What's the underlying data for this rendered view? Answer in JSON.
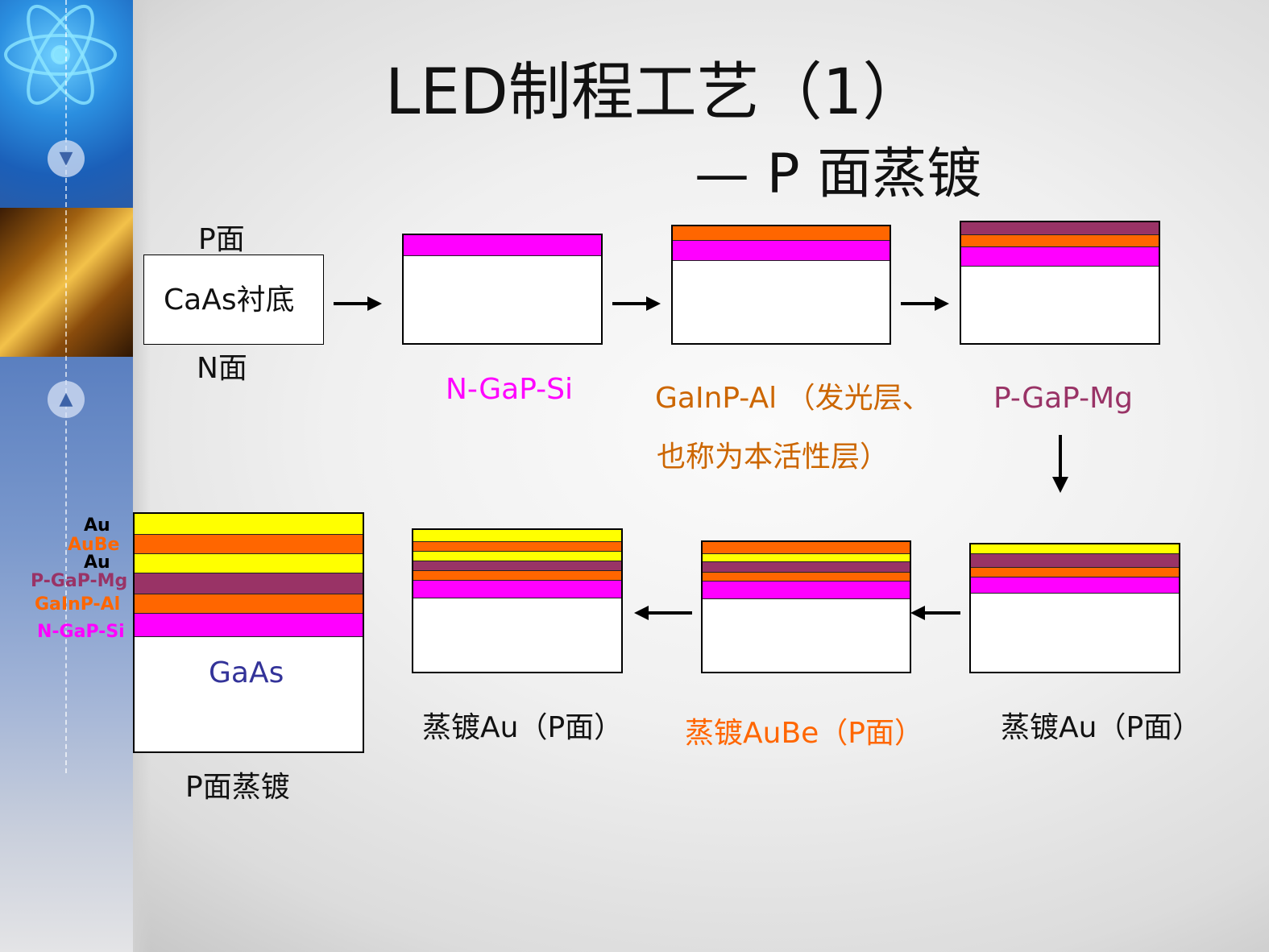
{
  "title": "LED制程工艺（1）",
  "subtitle": "— P 面蒸镀",
  "colors": {
    "N-GaP-Si": "#ff00ff",
    "GaInP-Al": "#ff6600",
    "P-GaP-Mg": "#993366",
    "Au": "#ffff00",
    "AuBe": "#ff6600",
    "GaAs_text": "#333399",
    "label_orange": "#cc6600",
    "label_purple": "#993366"
  },
  "substrate": {
    "top_label": "P面",
    "box_text": "CaAs衬底",
    "bottom_label": "N面"
  },
  "labels": {
    "step1": "N-GaP-Si",
    "step2_line1": "GaInP-Al （发光层、",
    "step2_line2": "也称为本活性层）",
    "step3": "P-GaP-Mg",
    "step4": "蒸镀Au（P面）",
    "step5": "蒸镀AuBe（P面）",
    "step6": "蒸镀Au（P面）",
    "final": "P面蒸镀"
  },
  "final_box_text": "GaAs",
  "final_layers": [
    "Au",
    "AuBe",
    "Au",
    "P-GaP-Mg",
    "GaInP-Al",
    "N-GaP-Si"
  ],
  "icons": [
    "atom-icon",
    "down-arrow-circle-icon",
    "up-arrow-circle-icon"
  ]
}
